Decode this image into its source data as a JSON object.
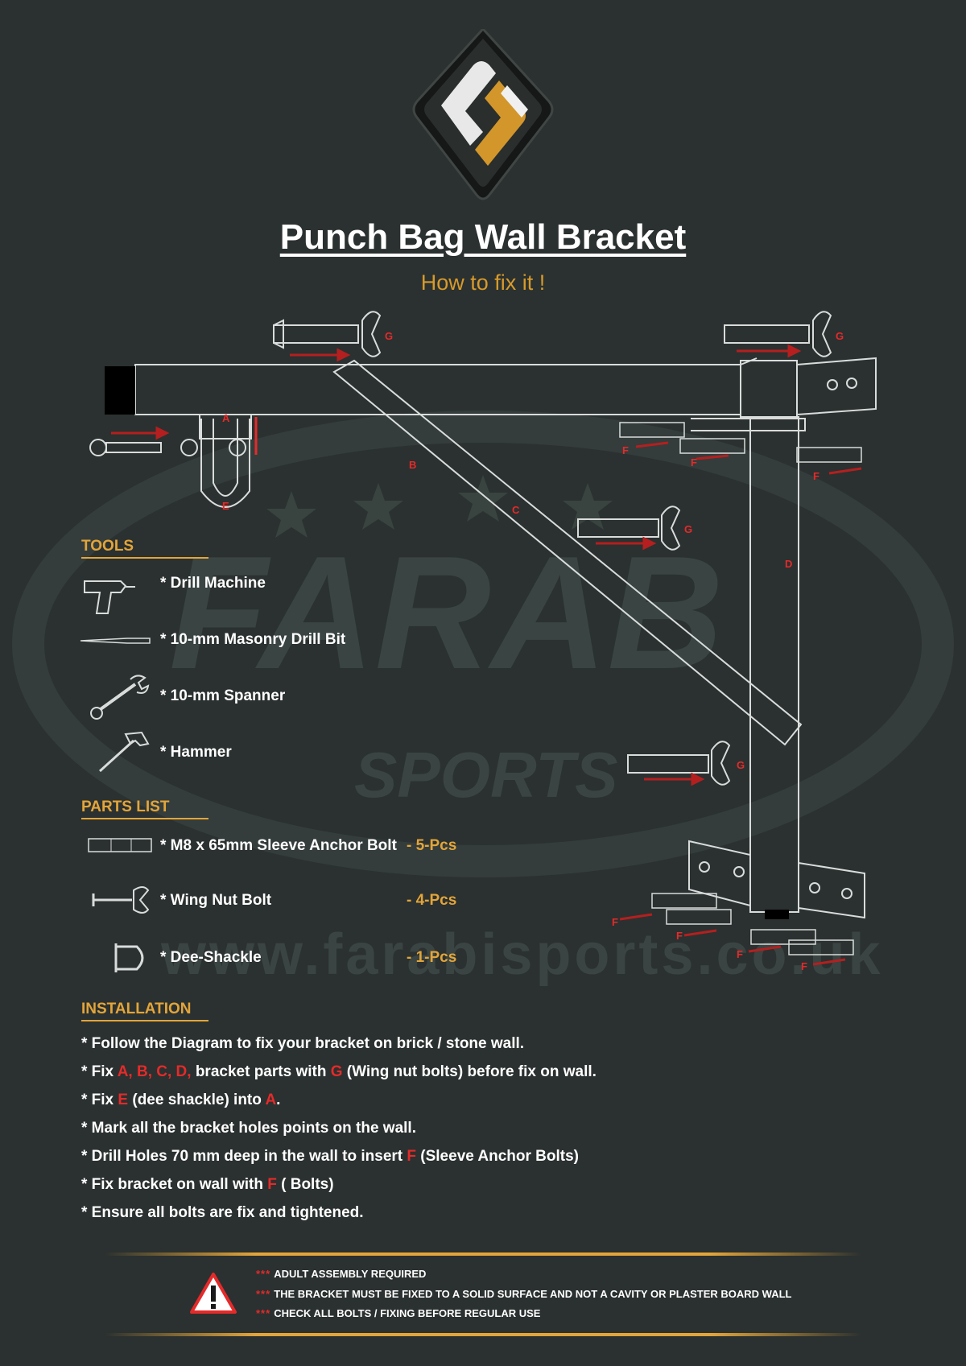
{
  "header": {
    "title": "Punch Bag Wall Bracket",
    "subtitle": "How to fix it !"
  },
  "watermark": {
    "url": "www.farabisports.co.uk",
    "brand": "FARAB",
    "sports": "SPORTS"
  },
  "diagram": {
    "labels": {
      "a": "A",
      "b": "B",
      "c": "C",
      "d": "D",
      "e": "E",
      "f": "F",
      "g": "G"
    }
  },
  "tools": {
    "heading": "TOOLS",
    "items": [
      {
        "label": "* Drill Machine",
        "icon": "drill-icon"
      },
      {
        "label": "* 10-mm Masonry Drill Bit",
        "icon": "drill-bit-icon"
      },
      {
        "label": "* 10-mm Spanner",
        "icon": "spanner-icon"
      },
      {
        "label": "* Hammer",
        "icon": "hammer-icon"
      }
    ]
  },
  "parts": {
    "heading": "PARTS LIST",
    "items": [
      {
        "label": "* M8 x 65mm Sleeve Anchor Bolt",
        "qty": "- 5-Pcs",
        "icon": "anchor-bolt-icon"
      },
      {
        "label": "* Wing Nut Bolt",
        "qty": "- 4-Pcs",
        "icon": "wing-nut-bolt-icon"
      },
      {
        "label": "* Dee-Shackle",
        "qty": "- 1-Pcs",
        "icon": "dee-shackle-icon"
      }
    ]
  },
  "installation": {
    "heading": "INSTALLATION",
    "steps": {
      "s1": "* Follow the Diagram to fix your bracket on brick / stone wall.",
      "s2_a": "* Fix ",
      "s2_b": "A, B, C, D,",
      "s2_c": " bracket parts  with ",
      "s2_d": "G",
      "s2_e": " (Wing nut bolts) before fix on wall.",
      "s3_a": "* Fix ",
      "s3_b": "E",
      "s3_c": " (dee shackle) into ",
      "s3_d": "A",
      "s3_e": ".",
      "s4": "* Mark all the bracket holes points on the wall.",
      "s5_a": "* Drill Holes 70 mm deep in the wall to insert ",
      "s5_b": "F",
      "s5_c": " (Sleeve Anchor Bolts)",
      "s6_a": "* Fix bracket on wall with ",
      "s6_b": "F",
      "s6_c": " ( Bolts)",
      "s7": "* Ensure all bolts are fix and tightened."
    }
  },
  "warnings": {
    "dots": "***",
    "lines": [
      "ADULT ASSEMBLY REQUIRED",
      "THE BRACKET MUST BE FIXED TO A SOLID SURFACE AND NOT A CAVITY OR PLASTER BOARD WALL",
      "CHECK ALL BOLTS / FIXING BEFORE REGULAR USE"
    ]
  },
  "colors": {
    "background": "#2b3130",
    "accent_gold": "#e3a53a",
    "accent_red": "#e52a2a",
    "line": "#d8dcdb"
  }
}
